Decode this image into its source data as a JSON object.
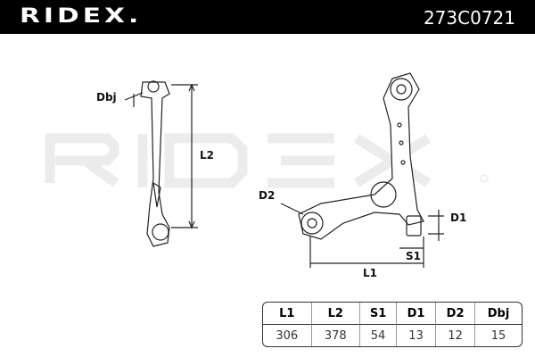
{
  "header": {
    "brand": "RIDEX.",
    "part_number": "273C0721"
  },
  "watermark": "RIDEX",
  "labels": {
    "dbj": "Dbj",
    "l2": "L2",
    "d2": "D2",
    "d1": "D1",
    "s1": "S1",
    "l1": "L1"
  },
  "table": {
    "headers": [
      "L1",
      "L2",
      "S1",
      "D1",
      "D2",
      "Dbj"
    ],
    "values": [
      "306",
      "378",
      "54",
      "13",
      "12",
      "15"
    ]
  }
}
